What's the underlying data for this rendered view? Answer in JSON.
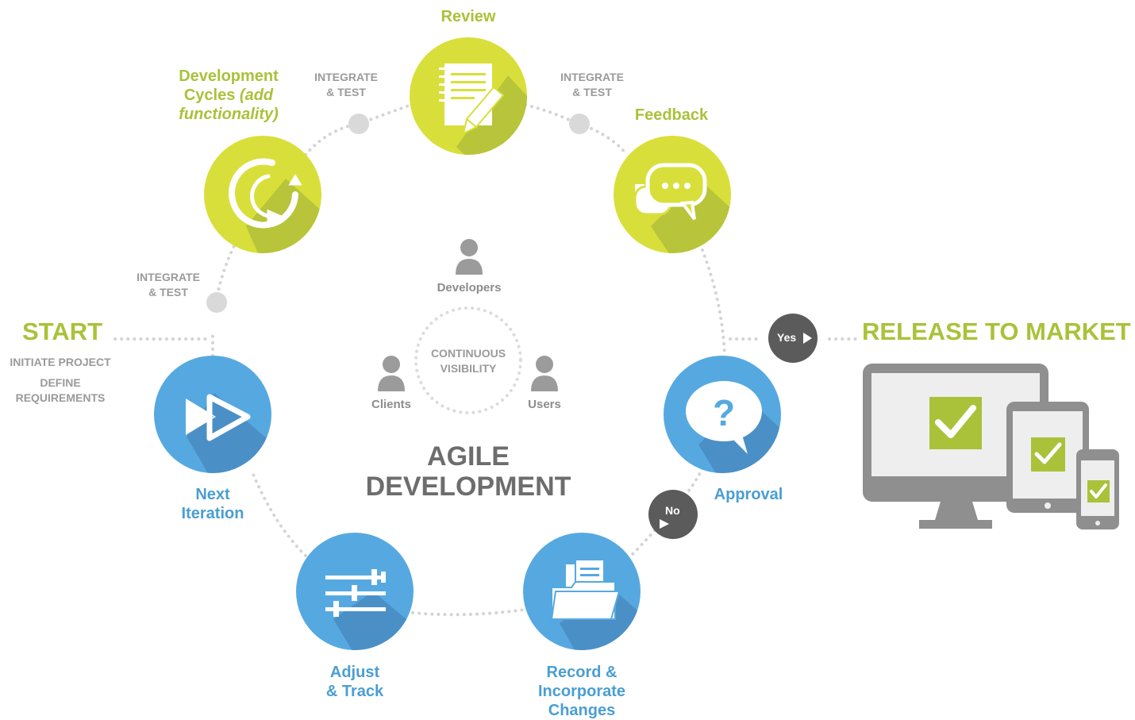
{
  "nodes": {
    "review": "Review",
    "feedback": "Feedback",
    "dev_cycles_line1": "Development",
    "dev_cycles_line2a": "Cycles ",
    "dev_cycles_line2b": "(add",
    "dev_cycles_line3": "functionality)",
    "approval": "Approval",
    "record_line1": "Record &",
    "record_line2": "Incorporate",
    "record_line3": "Changes",
    "adjust_line1": "Adjust",
    "adjust_line2": "& Track",
    "next_line1": "Next",
    "next_line2": "Iteration"
  },
  "integrate": {
    "line1": "INTEGRATE",
    "line2": "& TEST"
  },
  "start": {
    "title": "START",
    "line1": "INITIATE PROJECT",
    "line2": "DEFINE",
    "line3": "REQUIREMENTS"
  },
  "release": {
    "title": "RELEASE TO MARKET"
  },
  "decision": {
    "yes": "Yes",
    "no": "No"
  },
  "center": {
    "title_line1": "AGILE",
    "title_line2": "DEVELOPMENT",
    "visibility_line1": "CONTINUOUS",
    "visibility_line2": "VISIBILITY",
    "developers": "Developers",
    "clients": "Clients",
    "users": "Users"
  },
  "colors": {
    "green": "#d9df3a",
    "green_dark": "#a9c23a",
    "blue": "#56a9e0",
    "blue_dark": "#4a9ed2",
    "gray_dot": "#d6d6d6",
    "dark_circle": "#5b5b5b",
    "device_gray": "#8f8f8f"
  }
}
